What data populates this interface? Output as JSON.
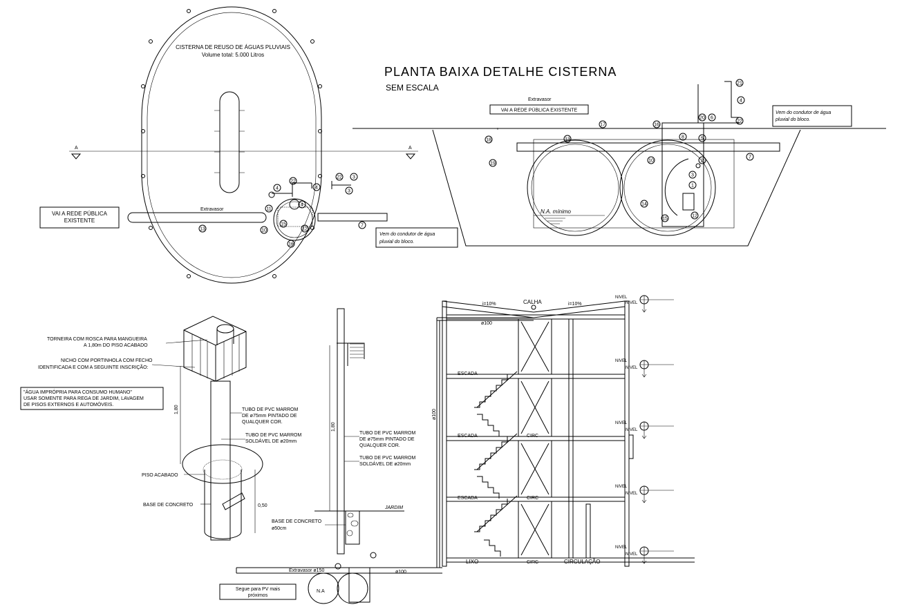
{
  "plan": {
    "title_line1": "CISTERNA DE REUSO DE ÁGUAS PLUVIAIS",
    "title_line2": "Volume total: 5.000 Litros",
    "cut_label": "A",
    "public_network_line1": "VAI A REDE PÚBLICA",
    "public_network_line2": "EXISTENTE",
    "overflow_label": "Extravasor",
    "conductor_line1": "Vem do condutor de água",
    "conductor_line2": "pluvial do bloco."
  },
  "detail": {
    "title": "PLANTA BAIXA DETALHE CISTERNA",
    "subtitle": "SEM ESCALA",
    "overflow_label": "Extravasor",
    "public_network": "VAI A REDE PÚBLICA EXISTENTE",
    "conductor_line1": "Vem do condutor de água",
    "conductor_line2": "pluvial do bloco.",
    "water_level": "N.A. mínimo"
  },
  "faucet": {
    "label1_line1": "TORNEIRA COM ROSCA PARA MANGUEIRA",
    "label1_line2": "A 1,80m DO PISO ACABADO",
    "label2_line1": "NICHO COM PORTINHOLA COM FECHO",
    "label2_line2": "IDENTIFICADA E COM A SEGUINTE INSCRIÇÃO:",
    "note_line1": "\"ÁGUA IMPRÓPRIA PARA CONSUMO HUMANO\"",
    "note_line2": "USAR SOMENTE PARA REGA DE JARDIM, LAVAGEM",
    "note_line3": "DE PISOS EXTERNOS E AUTOMÓVEIS.",
    "dim_height": "1,80",
    "pipe1_line1": "TUBO DE PVC MARROM",
    "pipe1_line2": "DE ø75mm PINTADO DE",
    "pipe1_line3": "QUALQUER COR.",
    "pipe2_line1": "TUBO DE PVC MARROM",
    "pipe2_line2": "SOLDÁVEL DE ø20mm",
    "floor": "PISO ACABADO",
    "base": "BASE DE CONCRETO",
    "dim_base": "0,50"
  },
  "elevation": {
    "dim_height": "1,80",
    "pipe1_line1": "TUBO DE PVC MARROM",
    "pipe1_line2": "DE ø75mm PINTADO DE",
    "pipe1_line3": "QUALQUER COR.",
    "pipe2_line1": "TUBO DE PVC MARROM",
    "pipe2_line2": "SOLDÁVEL DE ø20mm",
    "garden": "JARDIM",
    "base_line1": "BASE DE CONCRETO",
    "base_line2": "ø50cm",
    "overflow": "Extravasor ø150",
    "pv_line1": "Segue para PV mais",
    "pv_line2": "próximos",
    "na": "N.A"
  },
  "building": {
    "slope_left": "i=10%",
    "gutter": "CALHA",
    "slope_right": "i=10%",
    "pipe_top": "ø100",
    "pipe_vertical": "ø100",
    "pipe_bottom": "ø100",
    "stairs": [
      "ESCADA",
      "ESCADA",
      "ESCADA"
    ],
    "circ": [
      "CIRC",
      "CIRC",
      "CIRC"
    ],
    "trash": "LIXO",
    "circulation": "CIRCULAÇÃO",
    "level": "NIVEL"
  },
  "callouts_plan": [
    "4",
    "22",
    "4",
    "22",
    "3",
    "3",
    "4",
    "11",
    "15",
    "13",
    "10",
    "12",
    "16",
    "7"
  ],
  "callouts_detail": [
    "18",
    "19",
    "13",
    "17",
    "16",
    "10",
    "21",
    "4",
    "22",
    "2",
    "3",
    "1",
    "5",
    "14",
    "15",
    "12",
    "7",
    "20",
    "8",
    "6"
  ]
}
